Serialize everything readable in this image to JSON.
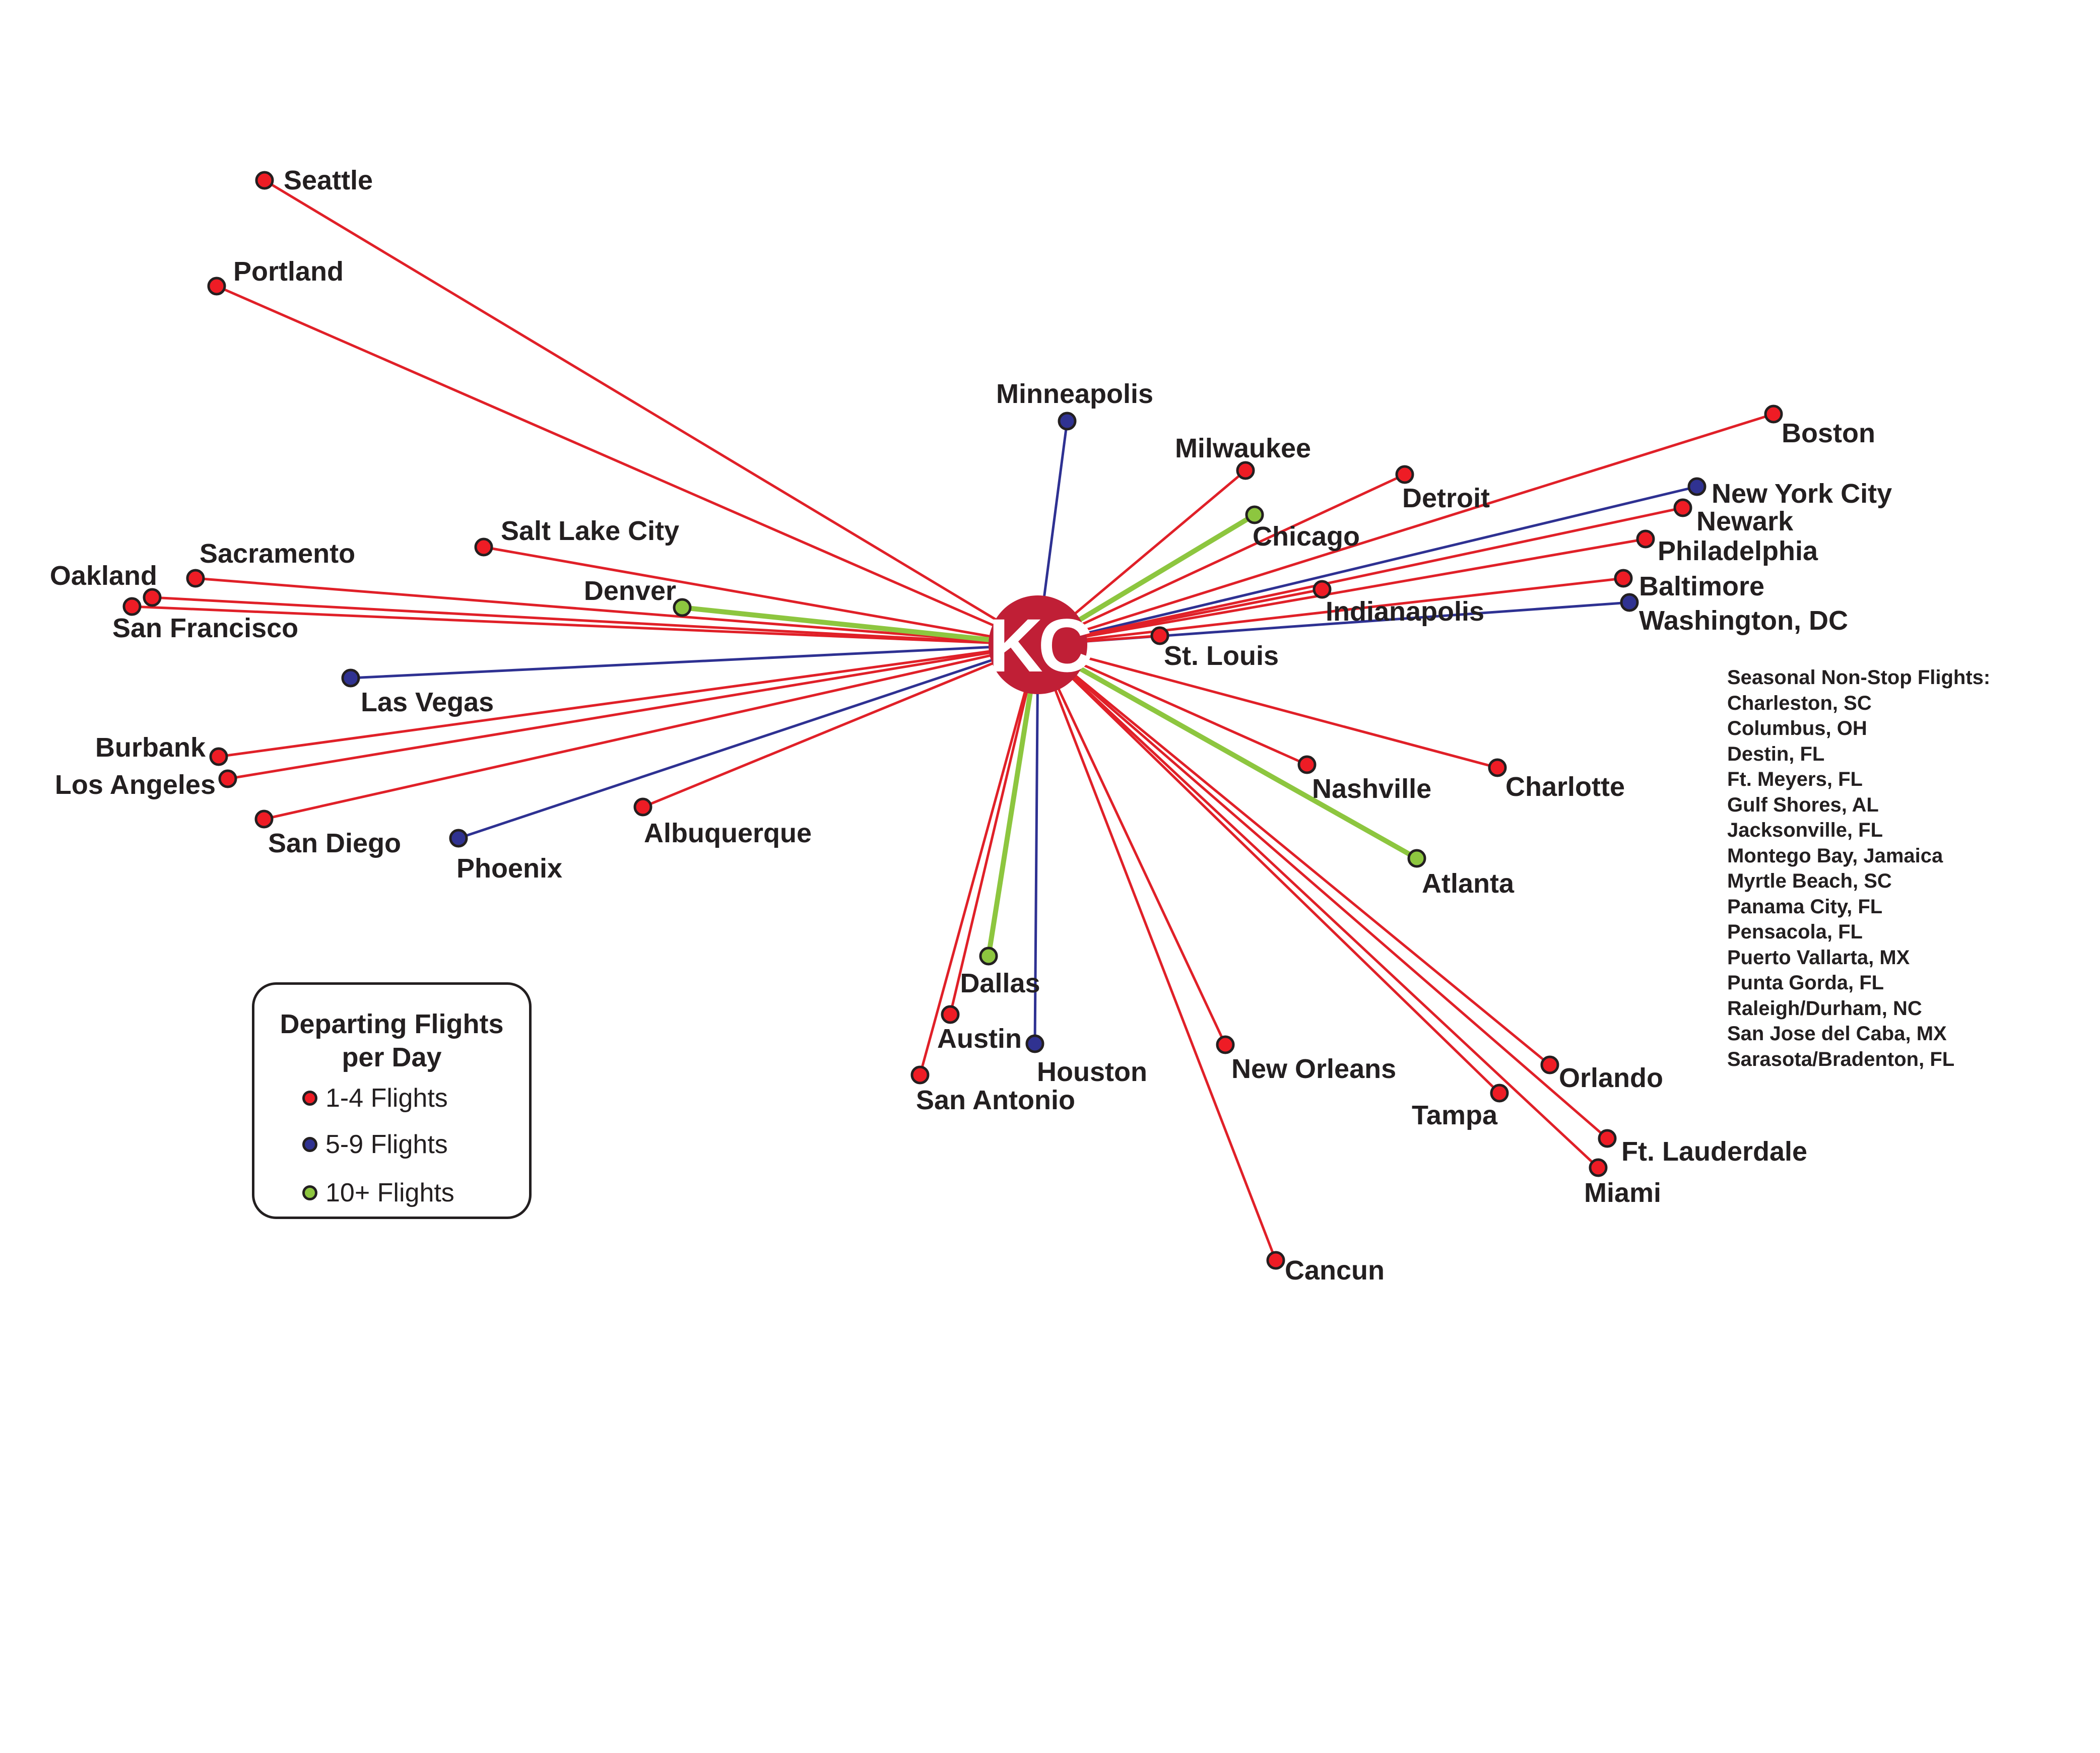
{
  "hub": {
    "label": "KC",
    "color": "#c01f36"
  },
  "categories": [
    {
      "id": "low",
      "label": "1-4 Flights",
      "color": "#ee1c25",
      "line_color": "#e02028"
    },
    {
      "id": "mid",
      "label": "5-9 Flights",
      "color": "#303291",
      "line_color": "#2e3192"
    },
    {
      "id": "high",
      "label": "10+ Flights",
      "color": "#8dc63f",
      "line_color": "#8dc63f"
    }
  ],
  "legend": {
    "title_line1": "Departing Flights",
    "title_line2": "per Day"
  },
  "destinations": [
    {
      "name": "Seattle",
      "category": "low"
    },
    {
      "name": "Portland",
      "category": "low"
    },
    {
      "name": "Minneapolis",
      "category": "mid"
    },
    {
      "name": "Milwaukee",
      "category": "low"
    },
    {
      "name": "Detroit",
      "category": "low"
    },
    {
      "name": "Boston",
      "category": "low"
    },
    {
      "name": "New York City",
      "category": "mid"
    },
    {
      "name": "Newark",
      "category": "low"
    },
    {
      "name": "Chicago",
      "category": "high"
    },
    {
      "name": "Philadelphia",
      "category": "low"
    },
    {
      "name": "Baltimore",
      "category": "low"
    },
    {
      "name": "Washington, DC",
      "category": "mid"
    },
    {
      "name": "Indianapolis",
      "category": "low"
    },
    {
      "name": "St. Louis",
      "category": "low"
    },
    {
      "name": "Salt Lake City",
      "category": "low"
    },
    {
      "name": "Sacramento",
      "category": "low"
    },
    {
      "name": "Oakland",
      "category": "low"
    },
    {
      "name": "San Francisco",
      "category": "low"
    },
    {
      "name": "Denver",
      "category": "high"
    },
    {
      "name": "Las Vegas",
      "category": "mid"
    },
    {
      "name": "Burbank",
      "category": "low"
    },
    {
      "name": "Los Angeles",
      "category": "low"
    },
    {
      "name": "San Diego",
      "category": "low"
    },
    {
      "name": "Phoenix",
      "category": "mid"
    },
    {
      "name": "Albuquerque",
      "category": "low"
    },
    {
      "name": "Nashville",
      "category": "low"
    },
    {
      "name": "Charlotte",
      "category": "low"
    },
    {
      "name": "Atlanta",
      "category": "high"
    },
    {
      "name": "Dallas",
      "category": "high"
    },
    {
      "name": "Austin",
      "category": "low"
    },
    {
      "name": "San Antonio",
      "category": "low"
    },
    {
      "name": "Houston",
      "category": "mid"
    },
    {
      "name": "New Orleans",
      "category": "low"
    },
    {
      "name": "Orlando",
      "category": "low"
    },
    {
      "name": "Tampa",
      "category": "low"
    },
    {
      "name": "Ft. Lauderdale",
      "category": "low"
    },
    {
      "name": "Miami",
      "category": "low"
    },
    {
      "name": "Cancun",
      "category": "low"
    }
  ],
  "seasonal": {
    "title": "Seasonal Non-Stop Flights:",
    "items": [
      "Charleston, SC",
      "Columbus, OH",
      "Destin, FL",
      "Ft. Meyers, FL",
      "Gulf Shores, AL",
      "Jacksonville, FL",
      "Montego Bay, Jamaica",
      "Myrtle Beach, SC",
      "Panama City, FL",
      "Pensacola, FL",
      "Puerto Vallarta, MX",
      "Punta Gorda, FL",
      "Raleigh/Durham, NC",
      "San Jose del Caba, MX",
      "Sarasota/Bradenton, FL"
    ]
  }
}
